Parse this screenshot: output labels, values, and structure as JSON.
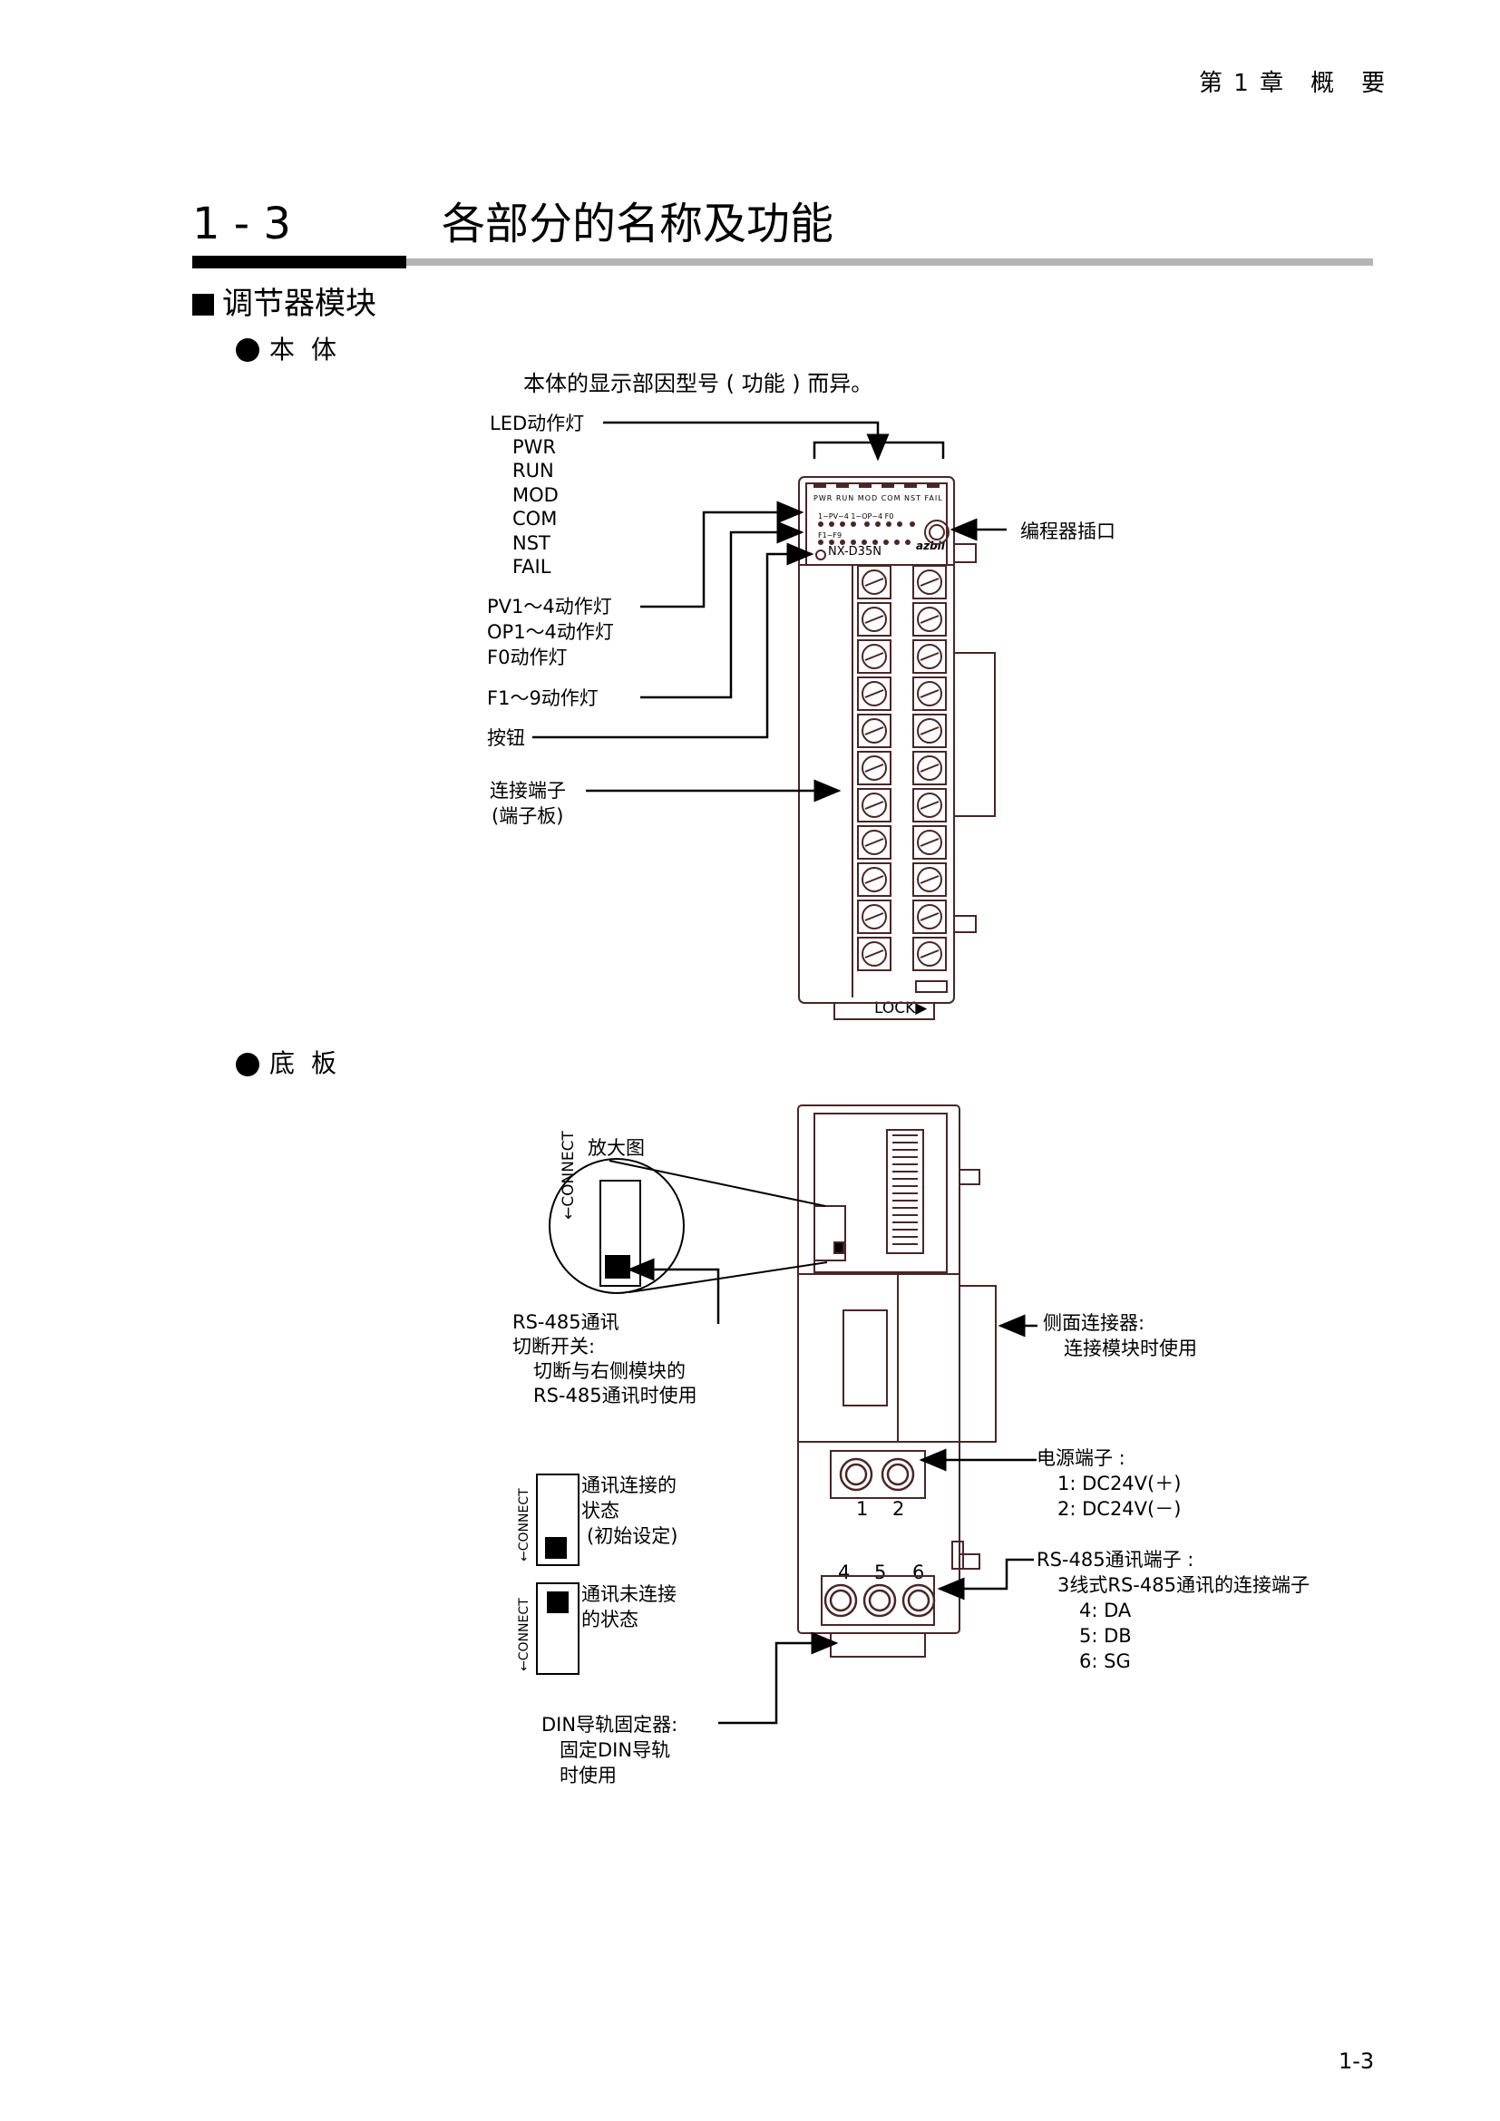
{
  "header": {
    "chapter": "第 1 章　概　要"
  },
  "section": {
    "number": "1 - 3",
    "title": "各部分的名称及功能"
  },
  "subsection": {
    "title": "调节器模块"
  },
  "parts": {
    "body": {
      "heading": "本体",
      "note": "本体的显示部因型号 ( 功能 ) 而异。",
      "led_label": "LED动作灯",
      "led_items": [
        "PWR",
        "RUN",
        "MOD",
        "COM",
        "NST",
        "FAIL"
      ],
      "pv_op_f0": [
        "PV1～4动作灯",
        "OP1～4动作灯",
        "F0动作灯"
      ],
      "f1_9": "F1～9动作灯",
      "button": "按钮",
      "terminal": [
        "连接端子",
        "(端子板)"
      ],
      "programmer": "编程器插口",
      "device": {
        "top_leds": [
          "PWR",
          "RUN",
          "MOD",
          "COM",
          "NST",
          "FAIL"
        ],
        "row1": "1~PV~4  1~OP~4  F0",
        "row2": "F1~F9",
        "model": "NX-D35N",
        "brand": "azbil",
        "lock": "LOCK▶"
      }
    },
    "base": {
      "heading": "底板",
      "magnified": "放大图",
      "connect": "←CONNECT",
      "rs485_switch": [
        "RS-485通讯",
        "切断开关:",
        "切断与右侧模块的",
        "RS-485通讯时使用"
      ],
      "side_connector": [
        "侧面连接器:",
        "连接模块时使用"
      ],
      "power": {
        "title": "电源端子 :",
        "lines": [
          "1: DC24V(＋)",
          "2: DC24V(－)"
        ]
      },
      "rs485_terminals": {
        "title": "RS-485通讯端子 :",
        "lines": [
          "3线式RS-485通讯的连接端子",
          "4: DA",
          "5: DB",
          "6: SG"
        ]
      },
      "state_connected": [
        "通讯连接的",
        "状态",
        "(初始设定)"
      ],
      "state_disconnected": [
        "通讯未连接",
        "的状态"
      ],
      "din": [
        "DIN导轨固定器:",
        "固定DIN导轨",
        "时使用"
      ],
      "numbers": [
        "1",
        "2",
        "4",
        "5",
        "6"
      ]
    }
  },
  "footer": {
    "page": "1-3"
  }
}
